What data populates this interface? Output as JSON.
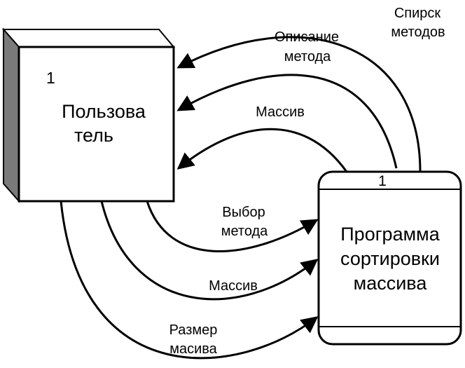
{
  "entity": {
    "number": "1",
    "name_lines": [
      "Пользова",
      "тель"
    ]
  },
  "process": {
    "number": "1",
    "name_lines": [
      "Программа",
      "сортировки",
      "массива"
    ]
  },
  "flows": {
    "to_user": [
      {
        "lines": [
          "Спирск",
          "методов"
        ]
      },
      {
        "lines": [
          "Описание",
          "метода"
        ]
      },
      {
        "lines": [
          "Массив"
        ]
      }
    ],
    "to_process": [
      {
        "lines": [
          "Выбор",
          "метода"
        ]
      },
      {
        "lines": [
          "Массив"
        ]
      },
      {
        "lines": [
          "Размер",
          "масива"
        ]
      }
    ]
  }
}
